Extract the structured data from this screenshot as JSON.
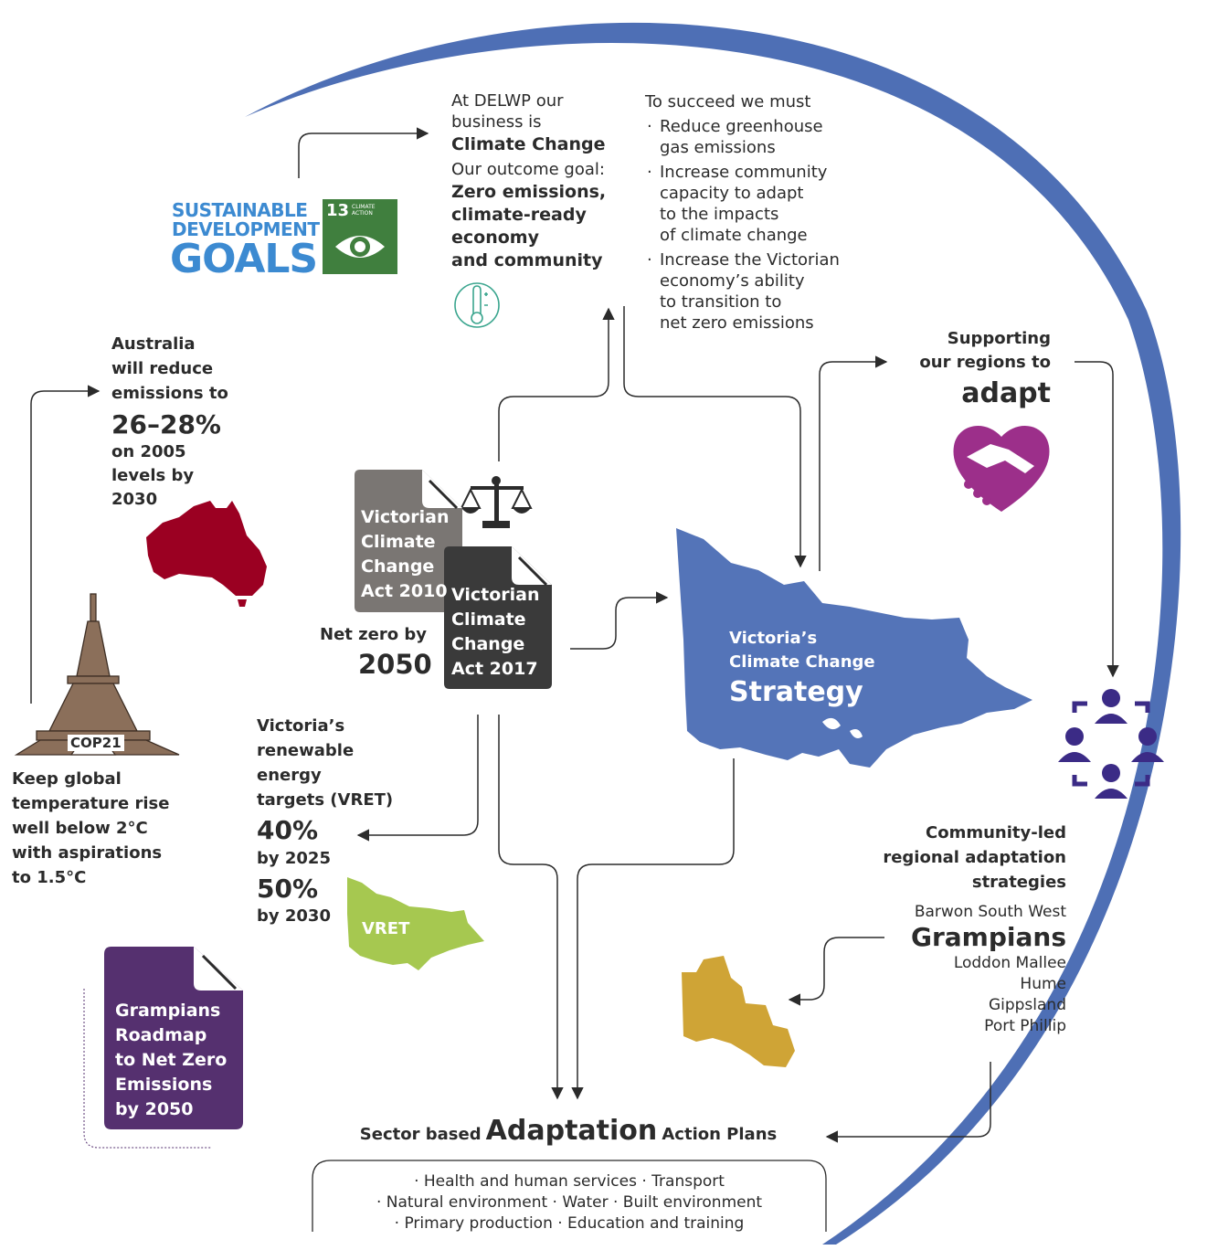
{
  "delwp": {
    "intro": [
      "At DELWP our",
      "business is"
    ],
    "business": "Climate Change",
    "outcome_intro": "Our outcome goal:",
    "outcome": [
      "Zero emissions,",
      "climate-ready",
      "economy",
      "and community"
    ]
  },
  "succeed": {
    "heading": "To succeed we must",
    "items": [
      [
        "Reduce greenhouse",
        "gas emissions"
      ],
      [
        "Increase community",
        "capacity to adapt",
        "to the impacts",
        "of climate change"
      ],
      [
        "Increase the Victorian",
        "economy’s ability",
        "to transition to",
        "net zero emissions"
      ]
    ]
  },
  "sdg": {
    "line1": "SUSTAINABLE",
    "line2": "DEVELOPMENT",
    "line3": "GOALS",
    "goal_number": "13",
    "goal_label": "CLIMATE ACTION"
  },
  "australia": {
    "lines": [
      "Australia",
      "will reduce",
      "emissions to"
    ],
    "figure": "26–28%",
    "tail": [
      "on 2005",
      "levels by",
      "2030"
    ]
  },
  "cop": {
    "badge": "COP21",
    "lines": [
      "Keep global",
      "temperature rise",
      "well below 2°C",
      "with aspirations",
      "to 1.5°C"
    ]
  },
  "acts": {
    "act2010": [
      "Victorian",
      "Climate",
      "Change",
      "Act 2010"
    ],
    "act2017": [
      "Victorian",
      "Climate",
      "Change",
      "Act 2017"
    ],
    "netzero_label": "Net zero by",
    "netzero_year": "2050"
  },
  "strategy": {
    "line1": "Victoria’s",
    "line2": "Climate Change",
    "title": "Strategy"
  },
  "regions": {
    "lines": [
      "Supporting",
      "our regions to"
    ],
    "word": "adapt"
  },
  "vret": {
    "lines": [
      "Victoria’s",
      "renewable",
      "energy",
      "targets (VRET)"
    ],
    "target1": "40%",
    "target1_by": "by 2025",
    "target2": "50%",
    "target2_by": "by 2030",
    "map_label": "VRET"
  },
  "community": {
    "lines": [
      "Community-led",
      "regional adaptation",
      "strategies"
    ],
    "region_before": "Barwon South West",
    "region_highlight": "Grampians",
    "regions_after": [
      "Loddon Mallee",
      "Hume",
      "Gippsland",
      "Port Phillip"
    ]
  },
  "roadmap": {
    "lines": [
      "Grampians",
      "Roadmap",
      "to Net Zero",
      "Emissions",
      "by 2050"
    ]
  },
  "adaptation": {
    "prefix": "Sector based",
    "word": "Adaptation",
    "suffix": "Action Plans",
    "sectors_line1": "· Health and human services · Transport",
    "sectors_line2": "· Natural environment · Water · Built environment",
    "sectors_line3": "· Primary production · Education and training"
  },
  "colors": {
    "arc_blue": "#4e6fb5",
    "strategy_blue": "#5474b8",
    "australia_red": "#9b0022",
    "act2010_grey": "#7a7673",
    "act2017_dark": "#3a3a3a",
    "heart_purple": "#9c2f8a",
    "people_purple": "#3b2b86",
    "vret_green": "#a6c850",
    "grampians_gold": "#cfa436",
    "roadmap_purple": "#55306f",
    "sdg_green": "#407f3e"
  }
}
